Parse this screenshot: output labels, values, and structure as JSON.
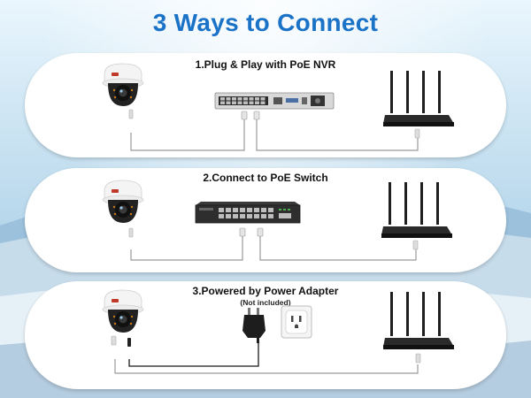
{
  "title": "3 Ways to Connect",
  "methods": [
    {
      "label": "1.Plug & Play with PoE NVR",
      "note": ""
    },
    {
      "label": "2.Connect to PoE Switch",
      "note": ""
    },
    {
      "label": "3.Powered by Power Adapter",
      "note": "(Not included)"
    }
  ],
  "device_icons": [
    "dome-camera-icon",
    "nvr-icon",
    "poe-switch-icon",
    "router-icon",
    "power-adapter-icon",
    "wall-outlet-icon",
    "ethernet-plug-icon"
  ],
  "colors": {
    "title": "#1a73c6",
    "panel": "#ffffff",
    "cable": "#9a9a9a",
    "device_dark": "#2b2b2b"
  }
}
